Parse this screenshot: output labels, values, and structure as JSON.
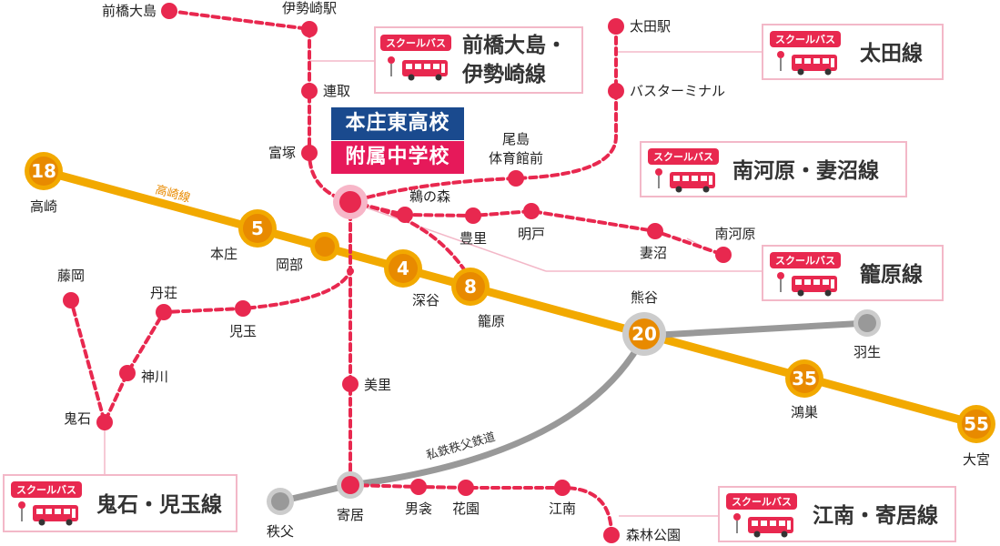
{
  "school": {
    "line1": "本庄東高校",
    "line2": "附属中学校"
  },
  "colors": {
    "jr": "#f2a900",
    "jr_circle": "#e88a00",
    "bus": "#e8284f",
    "private_rail": "#999999",
    "panel_border": "#f3b8c8",
    "school_line1_bg": "#1a4a8e",
    "school_line2_bg": "#e6195a"
  },
  "lines": {
    "takasaki": "高崎線",
    "chichibu": "私鉄秩父鉄道"
  },
  "jr_stations": [
    {
      "num": "18",
      "name": "高崎"
    },
    {
      "num": "5",
      "name": "本庄"
    },
    {
      "num": "",
      "name": "岡部"
    },
    {
      "num": "4",
      "name": "深谷"
    },
    {
      "num": "8",
      "name": "籠原"
    },
    {
      "num": "20",
      "name": "熊谷"
    },
    {
      "num": "35",
      "name": "鴻巣"
    },
    {
      "num": "55",
      "name": "大宮"
    }
  ],
  "private_stations": {
    "hanyu": "羽生",
    "chichibu": "秩父",
    "yorii": "寄居"
  },
  "bus_stops": {
    "maebashi_oshima": "前橋大島",
    "isesaki": "伊勢崎駅",
    "renshu": "連取",
    "tomizuka": "富塚",
    "ota": "太田駅",
    "bus_terminal": "バスターミナル",
    "ojima1": "尾島",
    "ojima2": "体育館前",
    "unomori": "鵜の森",
    "toyosato": "豊里",
    "myoto": "明戸",
    "menuma": "妻沼",
    "minamikawara": "南河原",
    "fujioka": "藤岡",
    "tanso": "丹荘",
    "kodama": "児玉",
    "kamikawa": "神川",
    "onishi": "鬼石",
    "misato": "美里",
    "obusuma": "男衾",
    "hanazono": "花園",
    "konan": "江南",
    "shinrin": "森林公園"
  },
  "routes": [
    {
      "tag": "スクールバス",
      "name1": "前橋大島・",
      "name2": "伊勢崎線"
    },
    {
      "tag": "スクールバス",
      "name1": "太田線",
      "name2": ""
    },
    {
      "tag": "スクールバス",
      "name1": "南河原・妻沼線",
      "name2": ""
    },
    {
      "tag": "スクールバス",
      "name1": "籠原線",
      "name2": ""
    },
    {
      "tag": "スクールバス",
      "name1": "鬼石・児玉線",
      "name2": ""
    },
    {
      "tag": "スクールバス",
      "name1": "江南・寄居線",
      "name2": ""
    }
  ],
  "icons": [
    "bus-stop-icon",
    "bus-icon"
  ]
}
